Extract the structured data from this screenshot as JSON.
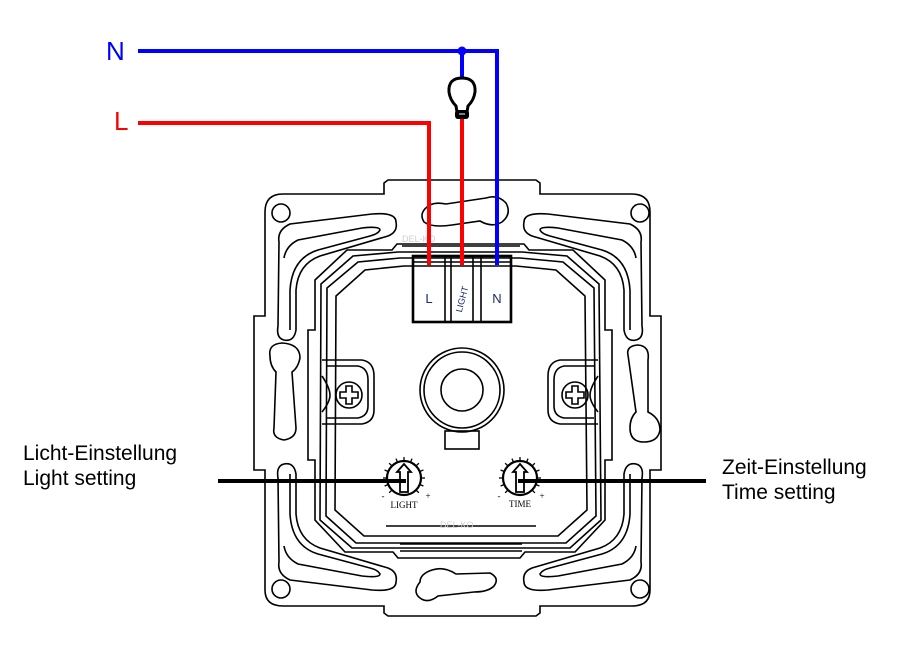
{
  "wires": {
    "neutral": {
      "label": "N",
      "color": "#0000ff"
    },
    "live": {
      "label": "L",
      "color": "#ff0000"
    }
  },
  "terminals": [
    {
      "label": "L"
    },
    {
      "label": "LIGHT"
    },
    {
      "label": "N"
    }
  ],
  "knobs": {
    "light": {
      "label": "LIGHT",
      "minus": "-",
      "plus": "+"
    },
    "time": {
      "label": "TIME",
      "minus": "-",
      "plus": "+"
    }
  },
  "callouts": {
    "light_setting": {
      "line1": "Licht-Einstellung",
      "line2": "Light setting"
    },
    "time_setting": {
      "line1": "Zeit-Einstellung",
      "line2": "Time setting"
    }
  },
  "watermark": "DEL-KO",
  "lamp": {
    "icon": "light-bulb-icon"
  }
}
